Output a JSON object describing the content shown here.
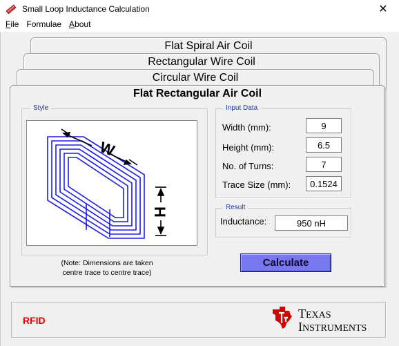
{
  "window": {
    "title": "Small Loop Inductance Calculation",
    "close_glyph": "✕"
  },
  "menu": [
    {
      "accel": "F",
      "rest": "ile"
    },
    {
      "accel": "",
      "rest": "Formulae"
    },
    {
      "accel": "A",
      "rest": "bout"
    }
  ],
  "tabs": {
    "flat_spiral": "Flat Spiral Air Coil",
    "rectangular_wire": "Rectangular Wire Coil",
    "circular_wire": "Circular Wire Coil",
    "active": "Flat Rectangular Air Coil"
  },
  "style_group": {
    "label": "Style",
    "diagram": {
      "w_label": "W",
      "h_label": "H"
    },
    "note_line1": "(Note: Dimensions are taken",
    "note_line2": "centre trace to centre trace)"
  },
  "input_group": {
    "label": "Input Data",
    "width_label": "Width (mm):",
    "width_value": "9",
    "height_label": "Height (mm):",
    "height_value": "6.5",
    "turns_label": "No. of Turns:",
    "turns_value": "7",
    "trace_label": "Trace Size (mm):",
    "trace_value": "0.1524"
  },
  "result_group": {
    "label": "Result",
    "inductance_label": "Inductance:",
    "inductance_value": "950 nH"
  },
  "calculate_label": "Calculate",
  "footer": {
    "rfid": "RFID",
    "ti_line1_big": "T",
    "ti_line1_small": "EXAS",
    "ti_line2_big": "I",
    "ti_line2_small": "NSTRUMENTS"
  },
  "colors": {
    "accent_blue": "#1a3aa8",
    "coil_blue": "#1a1ae0",
    "button_fill": "#7777ee",
    "rfid_red": "#e00000",
    "ti_red": "#d40000"
  }
}
